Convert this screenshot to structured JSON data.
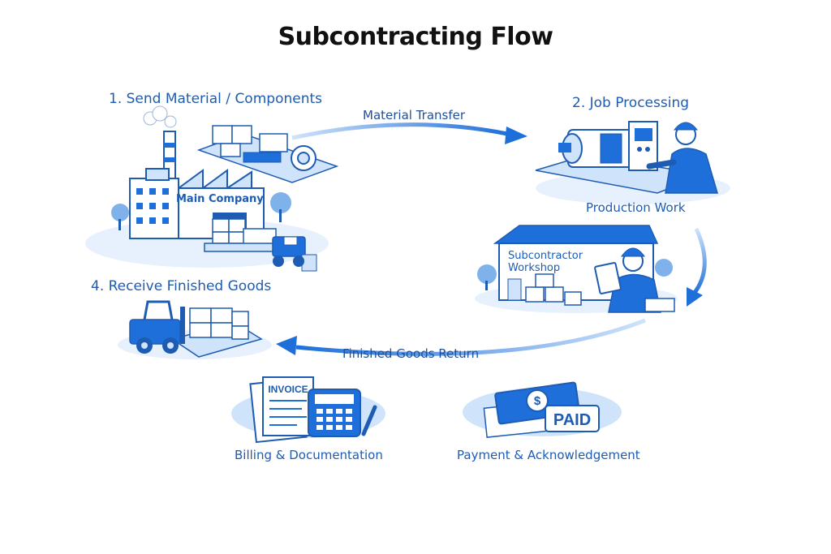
{
  "diagram": {
    "title": "Subcontracting Flow",
    "steps": [
      {
        "label": "1. Send Material / Components",
        "building": "Main Company"
      },
      {
        "label": "2. Job Processing",
        "caption": "Production Work"
      },
      {
        "label": "Subcontractor Workshop"
      },
      {
        "label": "4. Receive Finished Goods"
      }
    ],
    "arrows": {
      "material": "Material Transfer",
      "finished": "Finished Goods Return"
    },
    "extras": {
      "billing": "Billing & Documentation",
      "payment": "Payment & Acknowledgement",
      "invoice_word": "INVOICE",
      "paid_word": "PAID",
      "currency_symbol": "$"
    },
    "colors": {
      "accent": "#1e6fd9",
      "dark": "#1e5cb3",
      "light": "#cfe3fa",
      "pale": "#e6f1fd"
    }
  }
}
